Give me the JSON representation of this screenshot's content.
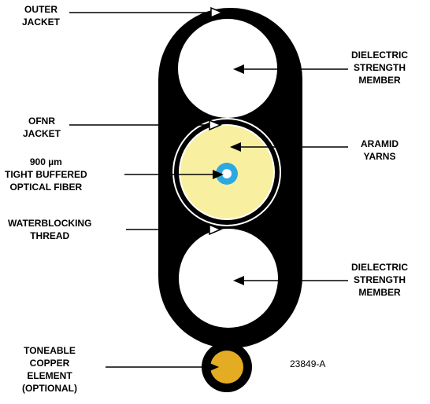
{
  "labels": {
    "outer_jacket": [
      "OUTER",
      "JACKET"
    ],
    "strength_top": [
      "DIELECTRIC",
      "STRENGTH",
      "MEMBER"
    ],
    "ofnr_jacket": [
      "OFNR",
      "JACKET"
    ],
    "aramid": [
      "ARAMID",
      "YARNS"
    ],
    "fiber": [
      "900 µm",
      "TIGHT BUFFERED",
      "OPTICAL FIBER"
    ],
    "waterblocking": [
      "WATERBLOCKING",
      "THREAD"
    ],
    "strength_bottom": [
      "DIELECTRIC",
      "STRENGTH",
      "MEMBER"
    ],
    "copper": [
      "TONEABLE",
      "COPPER",
      "ELEMENT",
      "(OPTIONAL)"
    ]
  },
  "figure_id": "23849-A",
  "colors": {
    "jacket": "#000000",
    "strength_member": "#ffffff",
    "aramid_yarn": "#f8f0a0",
    "fiber_buffer": "#2ea8e0",
    "fiber_core": "#ffffff",
    "copper": "#e3ac22"
  }
}
